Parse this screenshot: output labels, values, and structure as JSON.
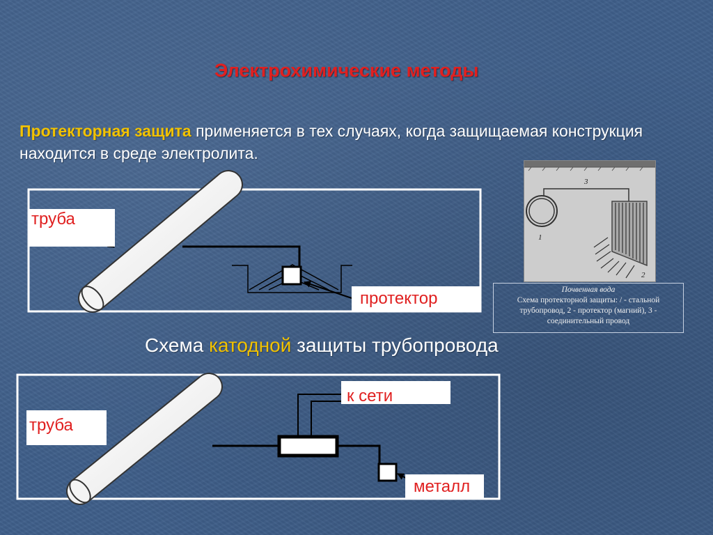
{
  "title": "Электрохимические методы",
  "intro": {
    "highlight": "Протекторная защита",
    "rest": " применяется в тех случаях, когда защищаемая конструкция находится в среде электролита."
  },
  "diagram1": {
    "pipe_label": "труба",
    "protector_label": "протектор"
  },
  "photo": {
    "wire_number": "3",
    "pipe_number": "1",
    "protector_number": "2",
    "caption_line1": "Почвенная вода",
    "caption_text": "Схема протекторной защиты: / - стальной трубопровод, 2 - протектор (магний), 3 - соединительный провод"
  },
  "subtitle": {
    "before": "Схема ",
    "highlight": "катодной",
    "after": " защиты трубопровода"
  },
  "diagram2": {
    "pipe_label": "труба",
    "network_label": "к сети",
    "metal_label": "металл"
  },
  "colors": {
    "title_red": "#e02020",
    "highlight_yellow": "#f2c200",
    "background_blue": "#3f5f8a"
  }
}
